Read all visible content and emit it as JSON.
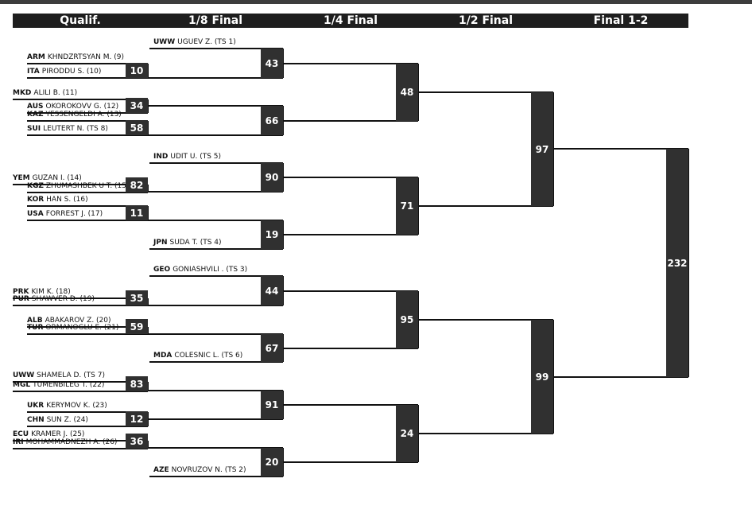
{
  "rounds": [
    "Qualif.",
    "1/8 Final",
    "1/4 Final",
    "1/2 Final",
    "Final 1-2"
  ],
  "athletes": [
    {
      "code": "UWW",
      "name": "UGUEV Z. (TS 1)"
    },
    {
      "code": "ARM",
      "name": "KHNDZRTSYAN M. (9)"
    },
    {
      "code": "ITA",
      "name": "PIRODDU S. (10)"
    },
    {
      "code": "MKD",
      "name": "ALILI B. (11)"
    },
    {
      "code": "AUS",
      "name": "OKOROKOVV G. (12)"
    },
    {
      "code": "KAZ",
      "name": "YESSENGELDI A. (13)"
    },
    {
      "code": "SUI",
      "name": "LEUTERT N. (TS 8)"
    },
    {
      "code": "IND",
      "name": "UDIT U. (TS 5)"
    },
    {
      "code": "YEM",
      "name": "GUZAN I. (14)"
    },
    {
      "code": "KGZ",
      "name": "ZHUMASHBEK U T. (15)"
    },
    {
      "code": "KOR",
      "name": "HAN S. (16)"
    },
    {
      "code": "USA",
      "name": "FORREST J. (17)"
    },
    {
      "code": "JPN",
      "name": "SUDA T. (TS 4)"
    },
    {
      "code": "GEO",
      "name": "GONIASHVILI . (TS 3)"
    },
    {
      "code": "PRK",
      "name": "KIM K. (18)"
    },
    {
      "code": "PUR",
      "name": "SHAWVER D. (19)"
    },
    {
      "code": "ALB",
      "name": "ABAKAROV Z. (20)"
    },
    {
      "code": "TUR",
      "name": "ORMANOGLU E. (21)"
    },
    {
      "code": "MDA",
      "name": "COLESNIC L. (TS 6)"
    },
    {
      "code": "UWW",
      "name": "SHAMELA D. (TS 7)"
    },
    {
      "code": "MGL",
      "name": "TUMENBILEG T. (22)"
    },
    {
      "code": "UKR",
      "name": "KERYMOV K. (23)"
    },
    {
      "code": "CHN",
      "name": "SUN Z. (24)"
    },
    {
      "code": "ECU",
      "name": "KRAMER J. (25)"
    },
    {
      "code": "IRI",
      "name": "MOHAMMADNEZH A. (26)"
    },
    {
      "code": "AZE",
      "name": "NOVRUZOV N. (TS 2)"
    }
  ],
  "bouts": {
    "qualif": [
      "10",
      "34",
      "58",
      "82",
      "11",
      "35",
      "59",
      "83",
      "12",
      "36"
    ],
    "eighth": [
      "43",
      "66",
      "90",
      "19",
      "44",
      "67",
      "91",
      "20"
    ],
    "quarter": [
      "48",
      "71",
      "95",
      "24"
    ],
    "semi": [
      "97",
      "99"
    ],
    "final": [
      "232"
    ]
  }
}
